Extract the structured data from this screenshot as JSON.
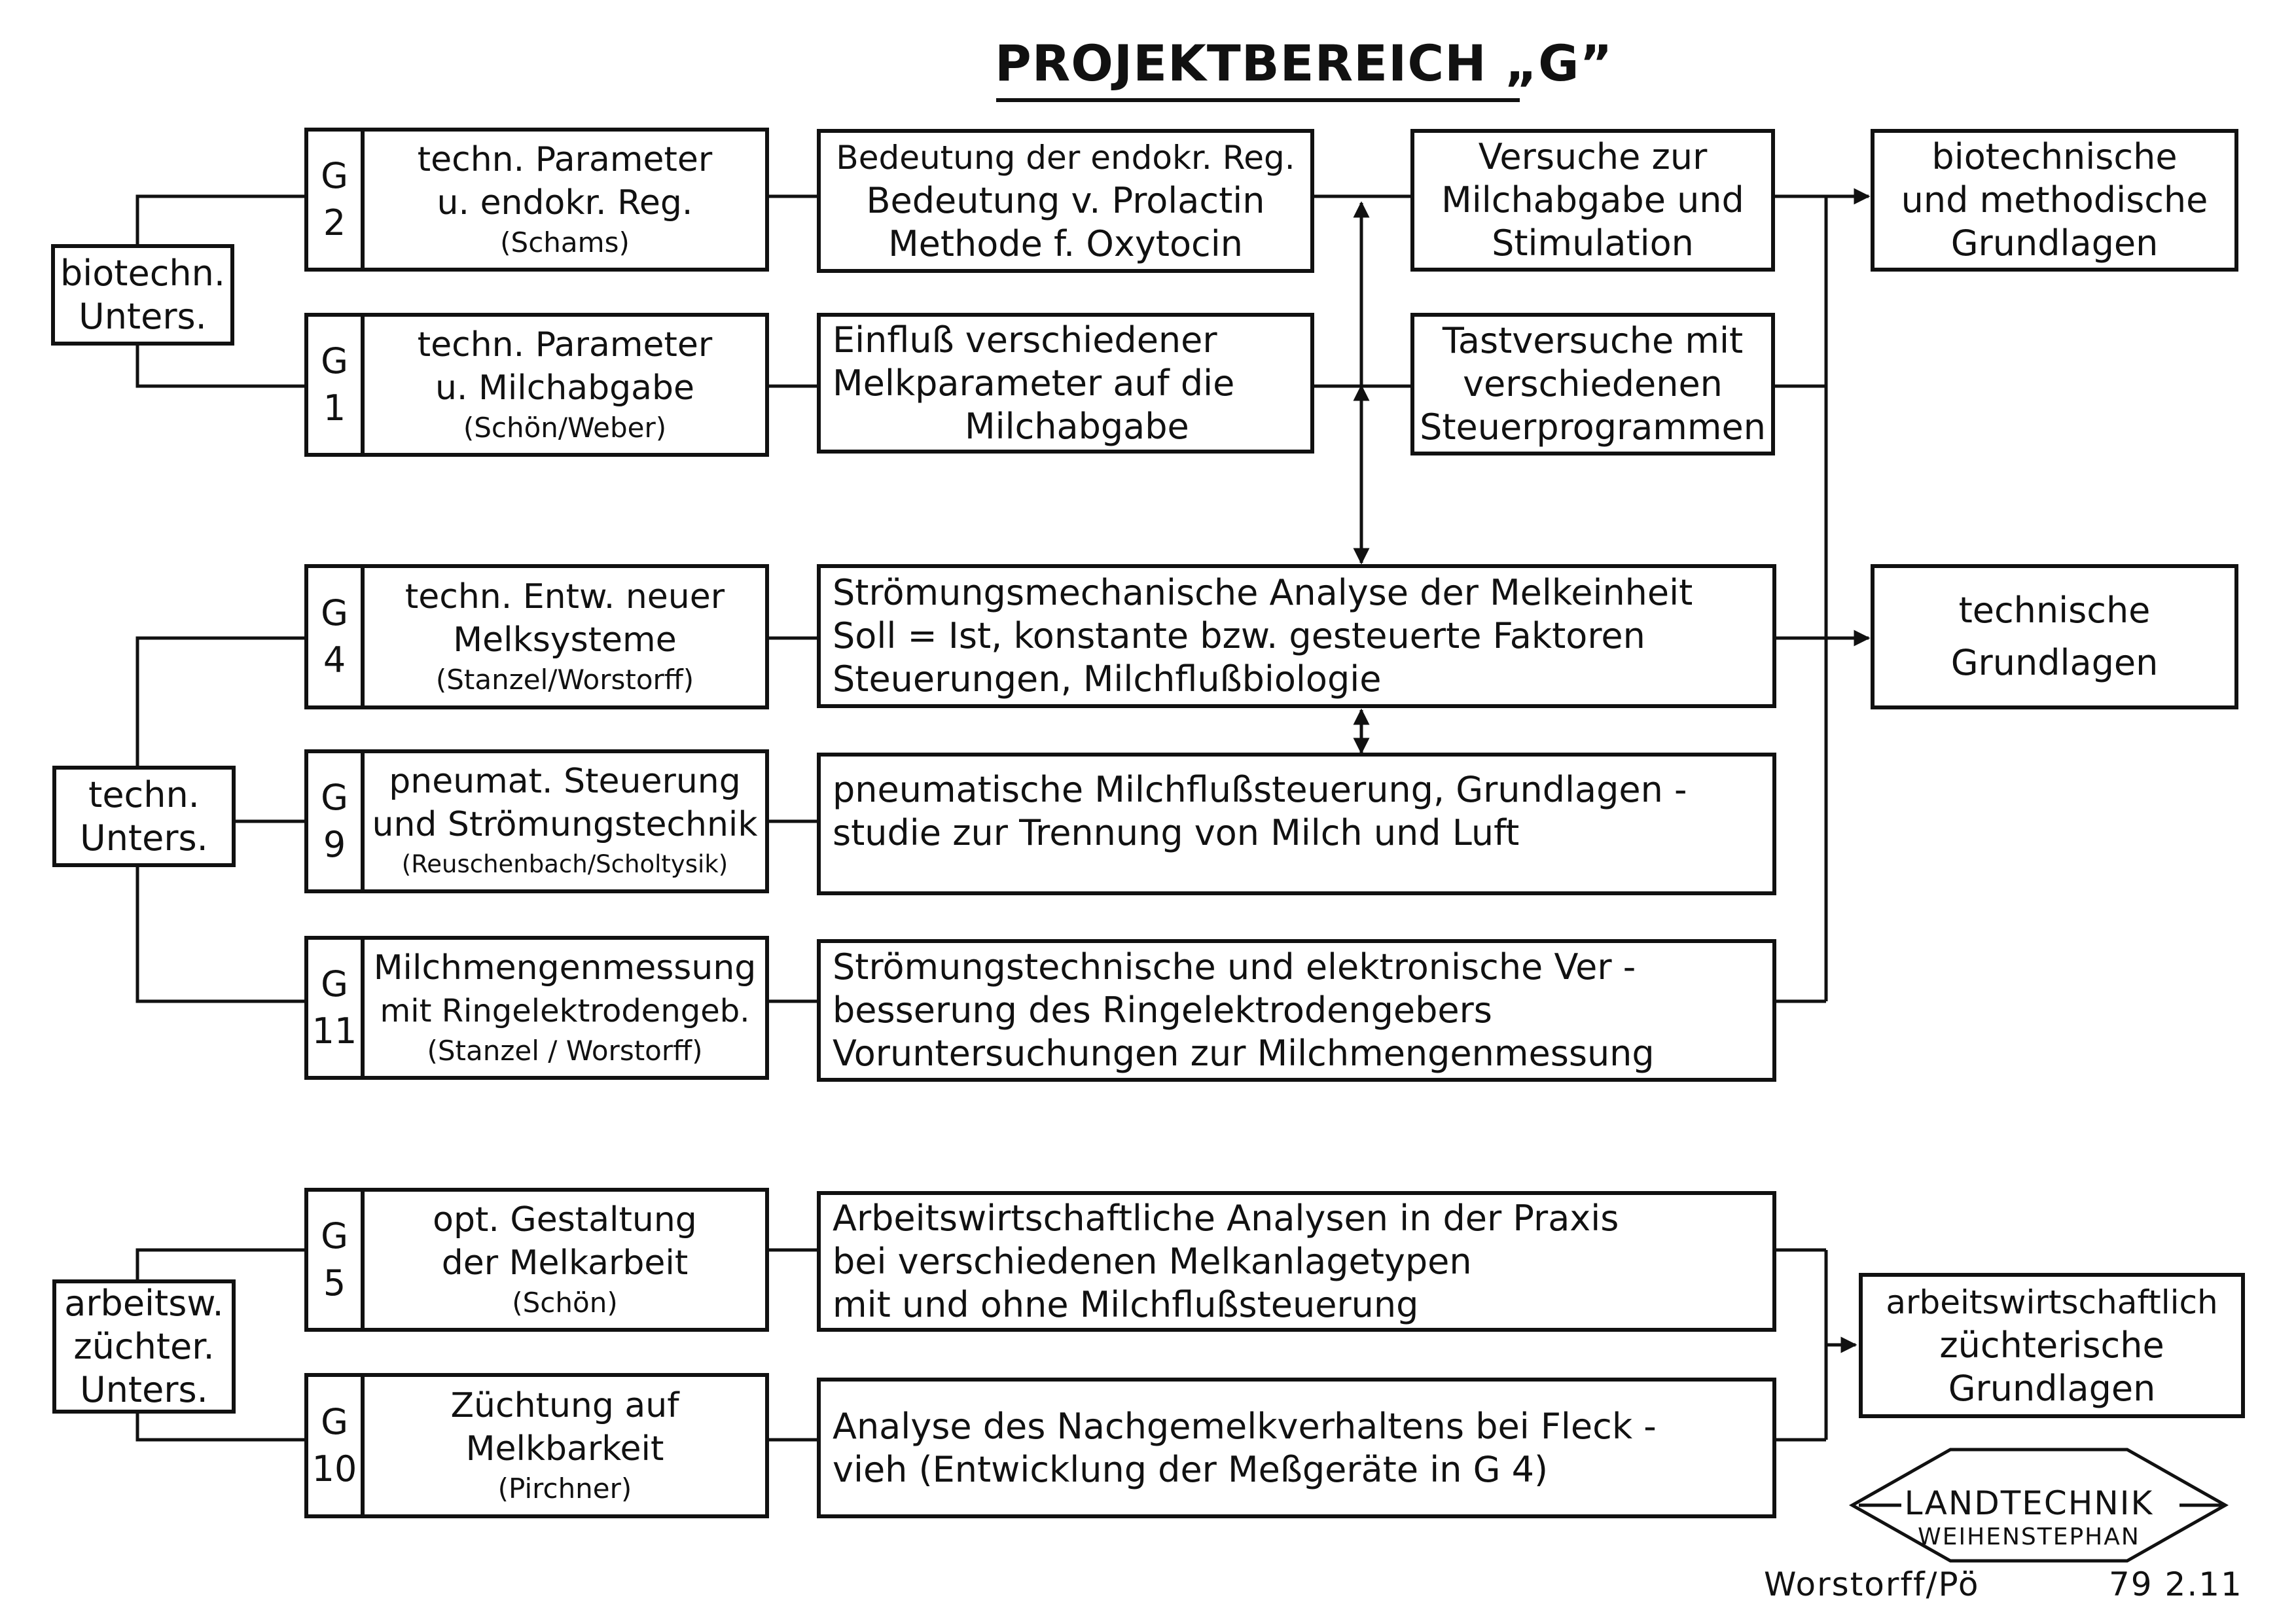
{
  "title": "PROJEKTBEREICH „G”",
  "left_groups": {
    "biotech": [
      "biotechn.",
      "Unters."
    ],
    "techn": [
      "techn.",
      "Unters."
    ],
    "arbeit": [
      "arbeitsw.",
      "züchter.",
      "Unters."
    ]
  },
  "projects": {
    "g2": {
      "code": [
        "G",
        "2"
      ],
      "lines": [
        "techn. Parameter",
        "u. endokr. Reg."
      ],
      "person": "(Schams)"
    },
    "g1": {
      "code": [
        "G",
        "1"
      ],
      "lines": [
        "techn. Parameter",
        "u. Milchabgabe"
      ],
      "person": "(Schön/Weber)"
    },
    "g4": {
      "code": [
        "G",
        "4"
      ],
      "lines": [
        "techn. Entw. neuer",
        "Melksysteme"
      ],
      "person": "(Stanzel/Worstorff)"
    },
    "g9": {
      "code": [
        "G",
        "9"
      ],
      "lines": [
        "pneumat. Steuerung",
        "und Strömungstechnik"
      ],
      "person": "(Reuschenbach/Scholtysik)"
    },
    "g11": {
      "code": [
        "G",
        "11"
      ],
      "lines": [
        "Milchmengenmessung",
        "mit Ringelektrodengeb."
      ],
      "person": "(Stanzel / Worstorff)"
    },
    "g5": {
      "code": [
        "G",
        "5"
      ],
      "lines": [
        "opt. Gestaltung",
        "der Melkarbeit"
      ],
      "person": "(Schön)"
    },
    "g10": {
      "code": [
        "G",
        "10"
      ],
      "lines": [
        "Züchtung auf",
        "Melkbarkeit"
      ],
      "person": "(Pirchner)"
    }
  },
  "descriptions": {
    "d_g2": [
      "Bedeutung der endokr. Reg.",
      "Bedeutung v. Prolactin",
      "Methode f. Oxytocin"
    ],
    "d_g1": [
      "Einfluß verschiedener",
      "Melkparameter auf die",
      "Milchabgabe"
    ],
    "d_g4": [
      "Strömungsmechanische Analyse der Melkeinheit",
      "Soll = Ist, konstante  bzw. gesteuerte Faktoren",
      "Steuerungen, Milchflußbiologie"
    ],
    "d_g9": [
      "pneumatische Milchflußsteuerung, Grundlagen -",
      "studie zur Trennung von Milch und Luft"
    ],
    "d_g11": [
      "Strömungstechnische und elektronische Ver -",
      "besserung des Ringelektrodengebers",
      "Voruntersuchungen zur Milchmengenmessung"
    ],
    "d_g5": [
      "Arbeitswirtschaftliche Analysen in der Praxis",
      "bei verschiedenen Melkanlagetypen",
      "mit und ohne Milchflußsteuerung"
    ],
    "d_g10": [
      "Analyse des Nachgemelkverhaltens bei Fleck -",
      "vieh (Entwicklung der Meßgeräte in G 4)"
    ]
  },
  "experiments": {
    "e1": [
      "Versuche zur",
      "Milchabgabe und",
      "Stimulation"
    ],
    "e2": [
      "Tastversuche mit",
      "verschiedenen",
      "Steuerprogrammen"
    ]
  },
  "outcomes": {
    "o1": [
      "biotechnische",
      "und methodische",
      "Grundlagen"
    ],
    "o2": [
      "technische",
      "Grundlagen"
    ],
    "o3": [
      "arbeitswirtschaftlich",
      "züchterische",
      "Grundlagen"
    ]
  },
  "footer": {
    "logo_line1": "LANDTECHNIK",
    "logo_line2": "WEIHENSTEPHAN",
    "author": "Worstorff/Pö",
    "code": "79 2.11"
  }
}
